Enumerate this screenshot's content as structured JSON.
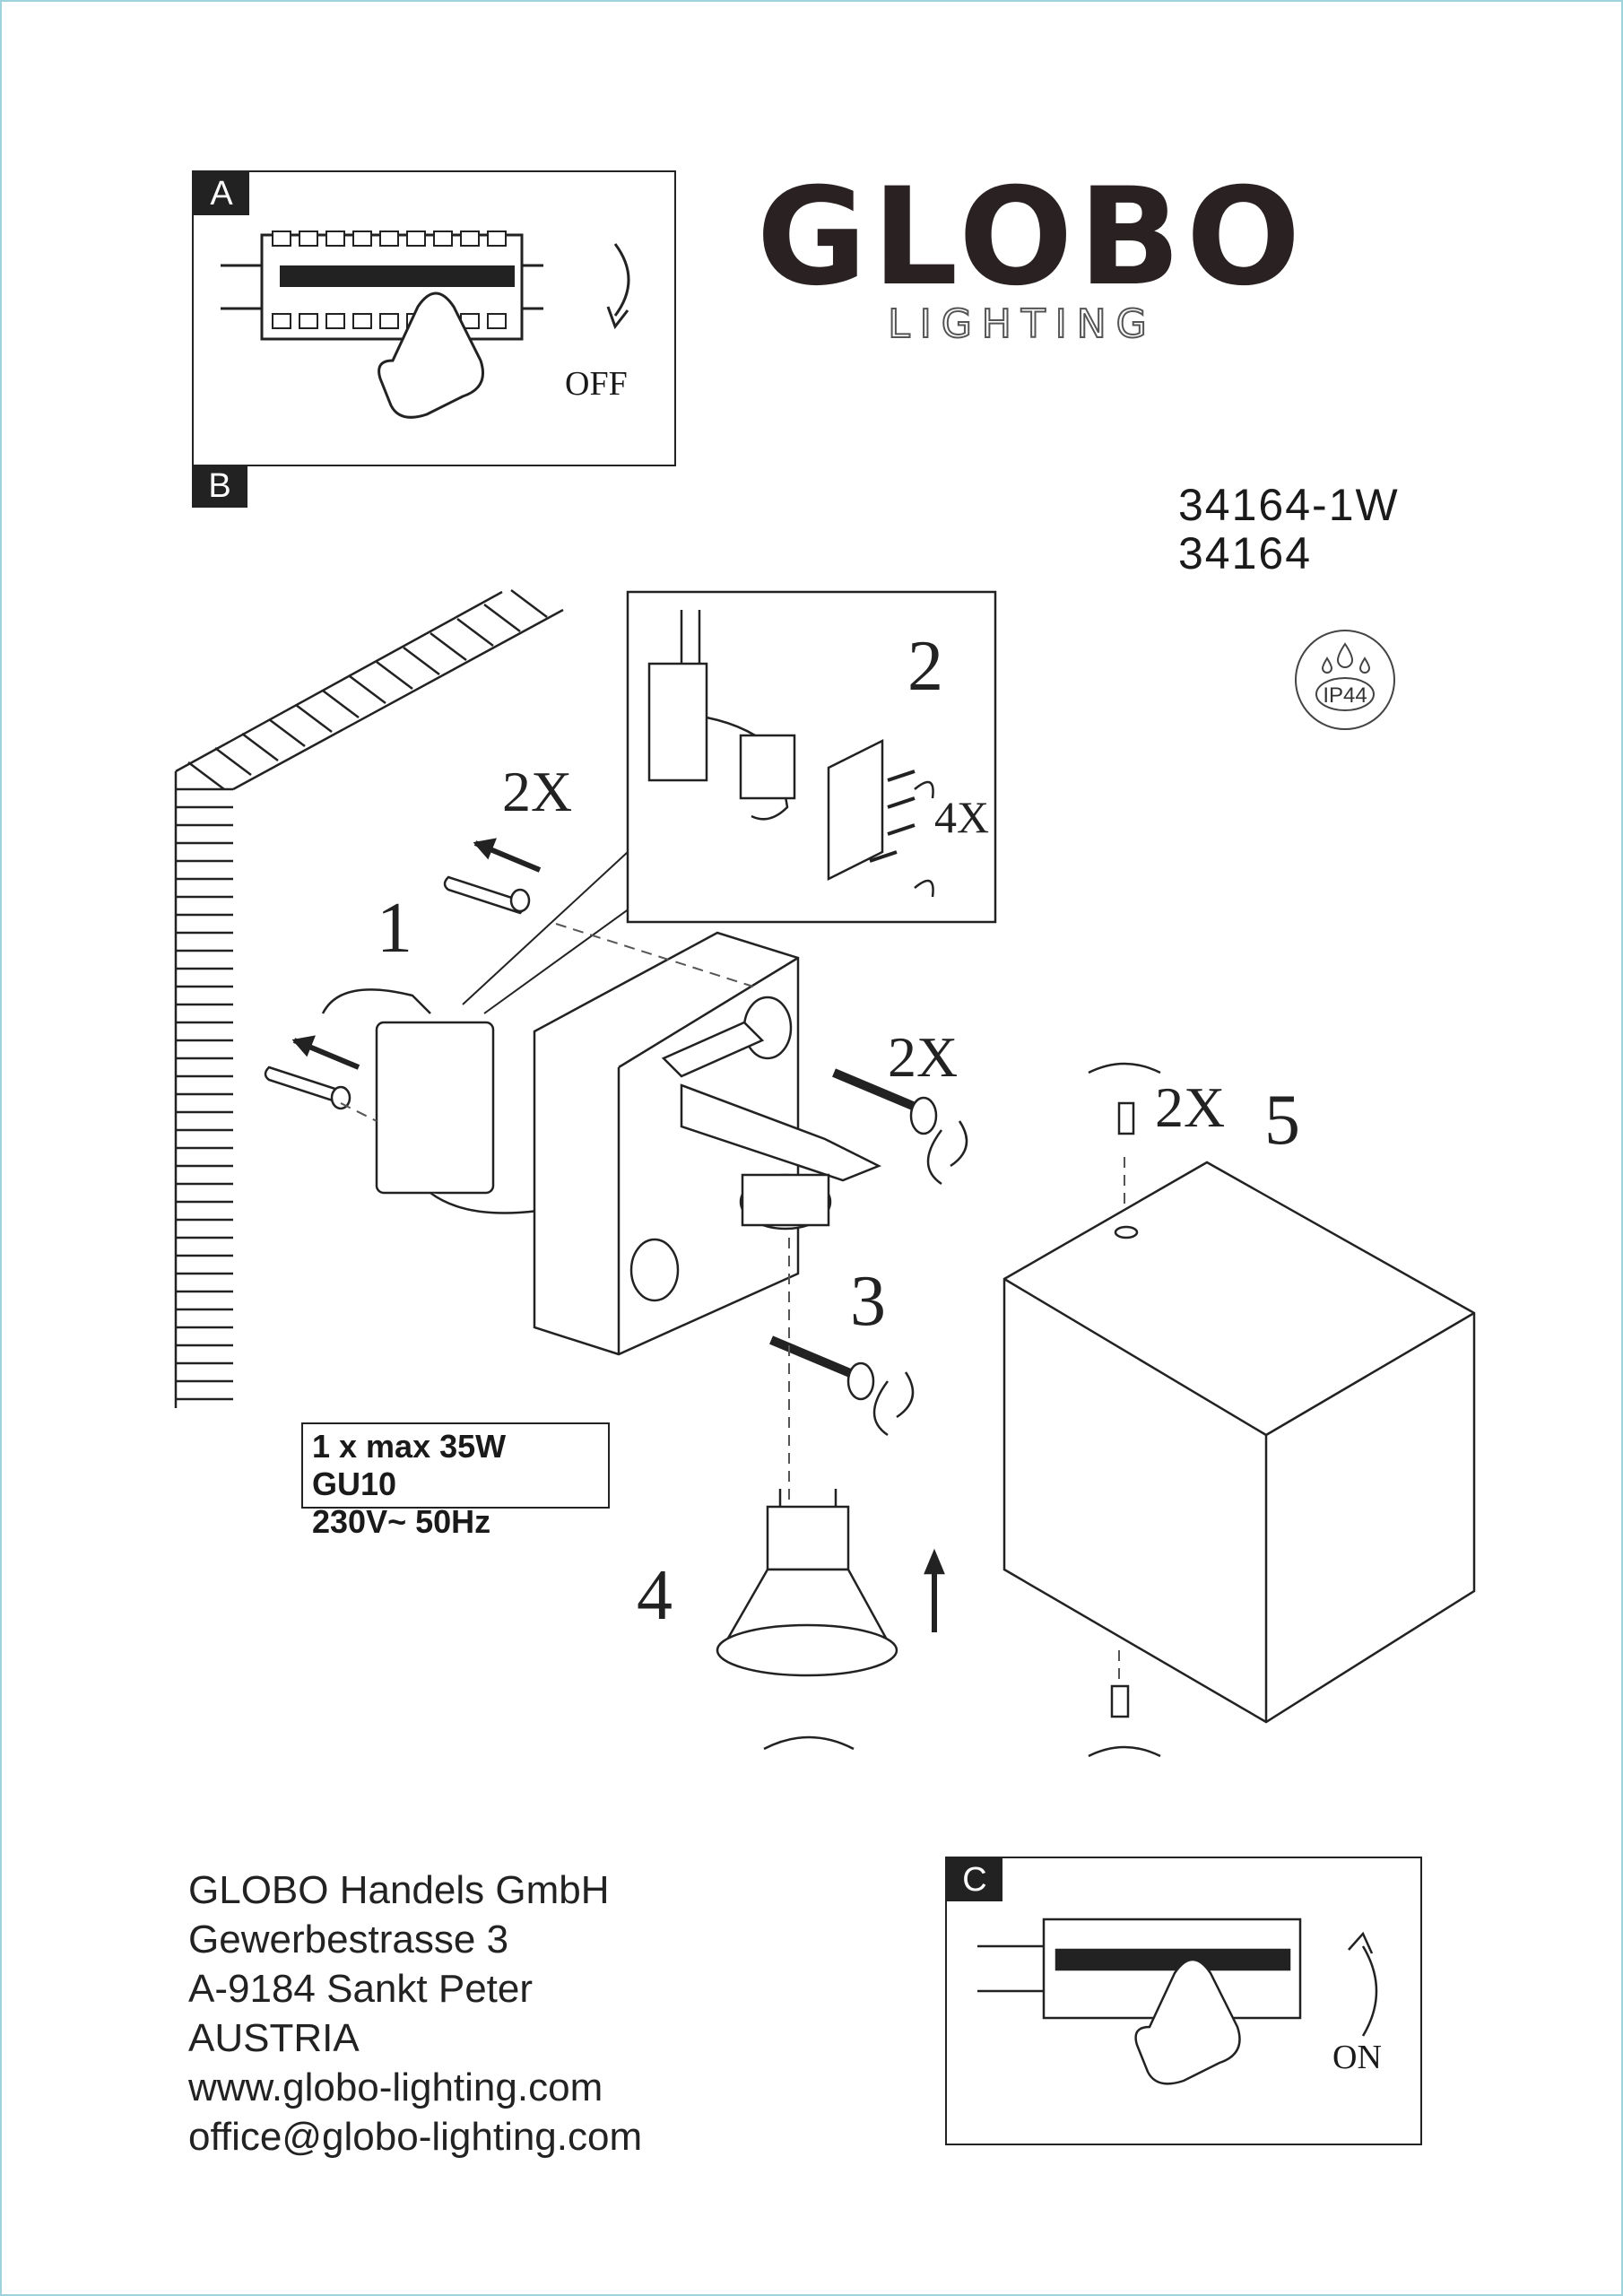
{
  "brand": {
    "name": "GLOBO",
    "tagline": "LIGHTING"
  },
  "models": [
    "34164-1W",
    "34164"
  ],
  "ip_rating": "IP44",
  "panels": {
    "a": {
      "tag": "A",
      "label": "OFF"
    },
    "b": {
      "tag": "B"
    },
    "c": {
      "tag": "C",
      "label": "ON"
    }
  },
  "steps": [
    "1",
    "2",
    "3",
    "4",
    "5"
  ],
  "quantities": {
    "wall_plugs": "2X",
    "detail_screws": "4X",
    "mount_screws": "2X",
    "top_screw": "2X"
  },
  "spec": {
    "line1": "1 x max 35W GU10",
    "line2": "230V~ 50Hz"
  },
  "address": {
    "company": "GLOBO Handels GmbH",
    "street": "Gewerbestrasse 3",
    "city": "A-9184 Sankt Peter",
    "country": "AUSTRIA",
    "website": "www.globo-lighting.com",
    "email": "office@globo-lighting.com"
  },
  "colors": {
    "ink": "#222222",
    "frame": "#9fd3dc"
  }
}
